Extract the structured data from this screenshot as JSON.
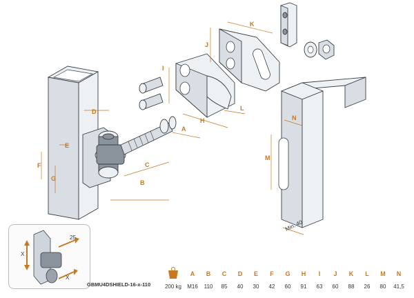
{
  "dimension_labels": {
    "A": "A",
    "B": "B",
    "C": "C",
    "D": "D",
    "E": "E",
    "F": "F",
    "G": "G",
    "H": "H",
    "I": "I",
    "J": "J",
    "K": "K",
    "L": "L",
    "M": "M",
    "N": "N"
  },
  "post_note": "Min. 40",
  "inset": {
    "x_label": "X",
    "angle_label": "25"
  },
  "spec_table": {
    "headers": [
      "A",
      "B",
      "C",
      "D",
      "E",
      "F",
      "G",
      "H",
      "I",
      "J",
      "K",
      "L",
      "M",
      "N"
    ],
    "model": "GBMU4DSHIELD-16-x-110",
    "load": "200 kg",
    "values": [
      "M16",
      "110",
      "85",
      "40",
      "30",
      "42",
      "60",
      "91",
      "63",
      "60",
      "88",
      "26",
      "80",
      "41,5"
    ]
  }
}
